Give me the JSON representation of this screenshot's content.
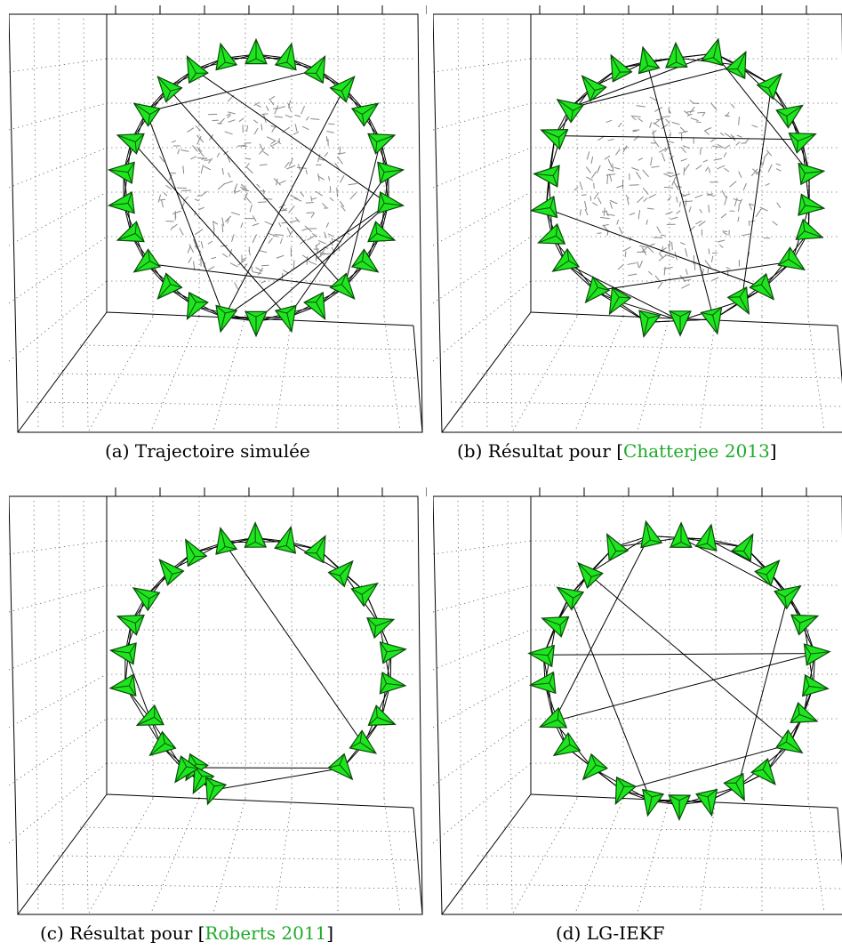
{
  "figure": {
    "panels": [
      {
        "id": "a",
        "label": "(a)",
        "text": "Trajectoire simulée",
        "citation": "",
        "noise_lines": true,
        "gap": false,
        "chord_count": 12,
        "perturb": 0
      },
      {
        "id": "b",
        "label": "(b)",
        "text": "Résultat pour",
        "citation": "Chatterjee 2013",
        "noise_lines": true,
        "gap": false,
        "chord_count": 12,
        "perturb": 6
      },
      {
        "id": "c",
        "label": "(c)",
        "text": "Résultat pour",
        "citation": "Roberts 2011",
        "noise_lines": false,
        "gap": true,
        "chord_count": 2,
        "perturb": 3
      },
      {
        "id": "d",
        "label": "(d)",
        "text": "LG-IEKF",
        "citation": "",
        "noise_lines": false,
        "gap": false,
        "chord_count": 14,
        "perturb": 5
      }
    ],
    "colors": {
      "camera_fill": "#1ee61e",
      "camera_stroke": "#0a4d0a",
      "citation": "#1faa2a",
      "edges": "#000000",
      "grid": "#555555",
      "noise": "#888888"
    },
    "cameras_per_ring": 26
  }
}
